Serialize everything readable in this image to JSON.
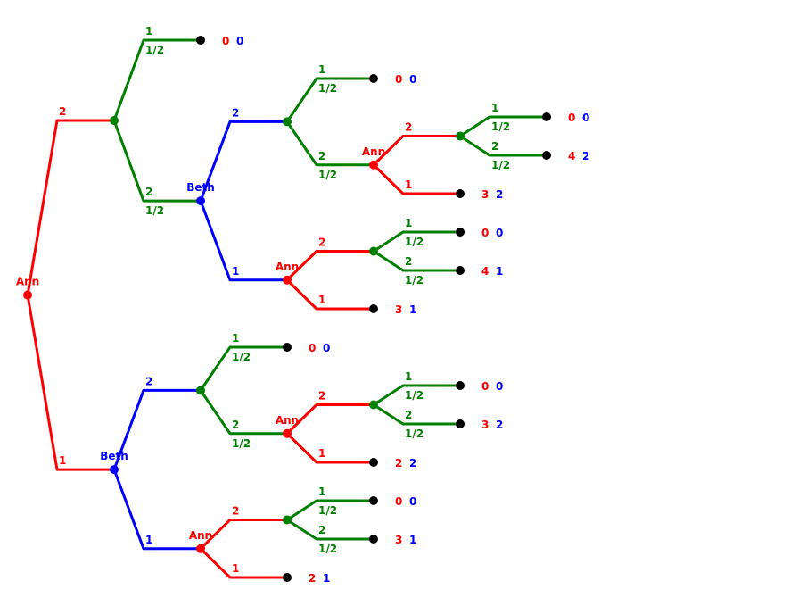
{
  "colors": {
    "ann": "#ff0000",
    "beth": "#0000ff",
    "chance": "#008000",
    "terminal": "#000000",
    "pay1": "#ff0000",
    "pay2": "#0000ff"
  },
  "players": {
    "ann": "Ann",
    "beth": "Beth"
  },
  "tree": {
    "player": "ann",
    "children": [
      {
        "label": "2",
        "node": {
          "player": "chance",
          "children": [
            {
              "label": "1",
              "prob": "1/2",
              "node": {
                "payoff": [
                  "0",
                  "0"
                ]
              }
            },
            {
              "label": "2",
              "prob": "1/2",
              "node": {
                "player": "beth",
                "children": [
                  {
                    "label": "2",
                    "node": {
                      "player": "chance",
                      "children": [
                        {
                          "label": "1",
                          "prob": "1/2",
                          "node": {
                            "payoff": [
                              "0",
                              "0"
                            ]
                          }
                        },
                        {
                          "label": "2",
                          "prob": "1/2",
                          "node": {
                            "player": "ann",
                            "children": [
                              {
                                "label": "2",
                                "node": {
                                  "player": "chance",
                                  "children": [
                                    {
                                      "label": "1",
                                      "prob": "1/2",
                                      "node": {
                                        "payoff": [
                                          "0",
                                          "0"
                                        ]
                                      }
                                    },
                                    {
                                      "label": "2",
                                      "prob": "1/2",
                                      "node": {
                                        "payoff": [
                                          "4",
                                          "2"
                                        ]
                                      }
                                    }
                                  ]
                                }
                              },
                              {
                                "label": "1",
                                "node": {
                                  "payoff": [
                                    "3",
                                    "2"
                                  ]
                                }
                              }
                            ]
                          }
                        }
                      ]
                    }
                  },
                  {
                    "label": "1",
                    "node": {
                      "player": "ann",
                      "children": [
                        {
                          "label": "2",
                          "node": {
                            "player": "chance",
                            "children": [
                              {
                                "label": "1",
                                "prob": "1/2",
                                "node": {
                                  "payoff": [
                                    "0",
                                    "0"
                                  ]
                                }
                              },
                              {
                                "label": "2",
                                "prob": "1/2",
                                "node": {
                                  "payoff": [
                                    "4",
                                    "1"
                                  ]
                                }
                              }
                            ]
                          }
                        },
                        {
                          "label": "1",
                          "node": {
                            "payoff": [
                              "3",
                              "1"
                            ]
                          }
                        }
                      ]
                    }
                  }
                ]
              }
            }
          ]
        }
      },
      {
        "label": "1",
        "node": {
          "player": "beth",
          "children": [
            {
              "label": "2",
              "node": {
                "player": "chance",
                "children": [
                  {
                    "label": "1",
                    "prob": "1/2",
                    "node": {
                      "payoff": [
                        "0",
                        "0"
                      ]
                    }
                  },
                  {
                    "label": "2",
                    "prob": "1/2",
                    "node": {
                      "player": "ann",
                      "children": [
                        {
                          "label": "2",
                          "node": {
                            "player": "chance",
                            "children": [
                              {
                                "label": "1",
                                "prob": "1/2",
                                "node": {
                                  "payoff": [
                                    "0",
                                    "0"
                                  ]
                                }
                              },
                              {
                                "label": "2",
                                "prob": "1/2",
                                "node": {
                                  "payoff": [
                                    "3",
                                    "2"
                                  ]
                                }
                              }
                            ]
                          }
                        },
                        {
                          "label": "1",
                          "node": {
                            "payoff": [
                              "2",
                              "2"
                            ]
                          }
                        }
                      ]
                    }
                  }
                ]
              }
            },
            {
              "label": "1",
              "node": {
                "player": "ann",
                "children": [
                  {
                    "label": "2",
                    "node": {
                      "player": "chance",
                      "children": [
                        {
                          "label": "1",
                          "prob": "1/2",
                          "node": {
                            "payoff": [
                              "0",
                              "0"
                            ]
                          }
                        },
                        {
                          "label": "2",
                          "prob": "1/2",
                          "node": {
                            "payoff": [
                              "3",
                              "1"
                            ]
                          }
                        }
                      ]
                    }
                  },
                  {
                    "label": "1",
                    "node": {
                      "payoff": [
                        "2",
                        "1"
                      ]
                    }
                  }
                ]
              }
            }
          ]
        }
      }
    ]
  }
}
